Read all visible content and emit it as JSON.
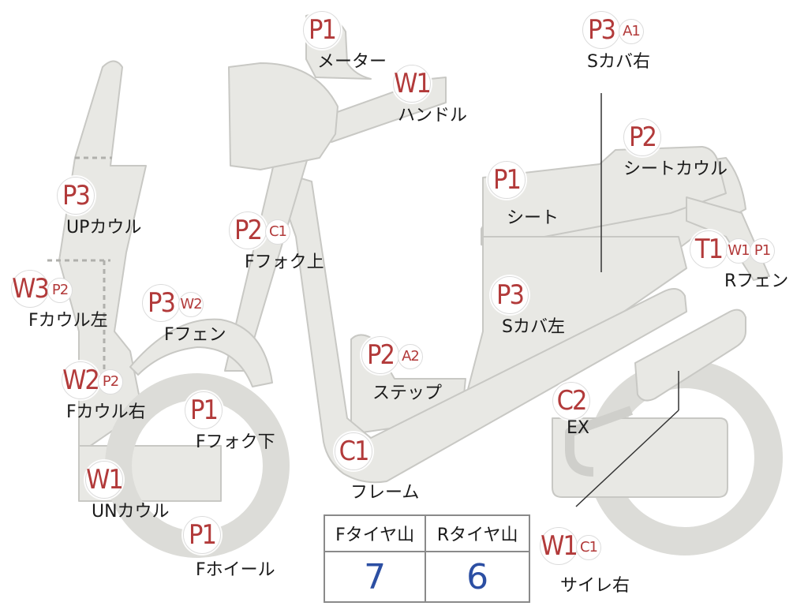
{
  "parts": [
    {
      "id": "meter",
      "badges": [
        "P1"
      ],
      "label": "メーター"
    },
    {
      "id": "handle",
      "badges": [
        "W1"
      ],
      "label": "ハンドル"
    },
    {
      "id": "s-cover-right",
      "badges": [
        "P3",
        "A1"
      ],
      "label": "Sカバ右"
    },
    {
      "id": "seat-cowl",
      "badges": [
        "P2"
      ],
      "label": "シートカウル"
    },
    {
      "id": "seat",
      "badges": [
        "P1"
      ],
      "label": "シート"
    },
    {
      "id": "r-fender",
      "badges": [
        "T1",
        "W1",
        "P1"
      ],
      "label": "Rフェン"
    },
    {
      "id": "s-cover-left",
      "badges": [
        "P3"
      ],
      "label": "Sカバ左"
    },
    {
      "id": "up-cowl",
      "badges": [
        "P3"
      ],
      "label": "UPカウル"
    },
    {
      "id": "f-fork-upper",
      "badges": [
        "P2",
        "C1"
      ],
      "label": "Fフォク上"
    },
    {
      "id": "f-cowl-left",
      "badges": [
        "W3",
        "P2"
      ],
      "label": "Fカウル左"
    },
    {
      "id": "f-fender",
      "badges": [
        "P3",
        "W2"
      ],
      "label": "Fフェン"
    },
    {
      "id": "step",
      "badges": [
        "P2",
        "A2"
      ],
      "label": "ステップ"
    },
    {
      "id": "f-cowl-right",
      "badges": [
        "W2",
        "P2"
      ],
      "label": "Fカウル右"
    },
    {
      "id": "f-fork-lower",
      "badges": [
        "P1"
      ],
      "label": "Fフォク下"
    },
    {
      "id": "exhaust",
      "badges": [
        "C2"
      ],
      "label": "EX"
    },
    {
      "id": "frame",
      "badges": [
        "C1"
      ],
      "label": "フレーム"
    },
    {
      "id": "un-cowl",
      "badges": [
        "W1"
      ],
      "label": "UNカウル"
    },
    {
      "id": "f-wheel",
      "badges": [
        "P1"
      ],
      "label": "Fホイール"
    },
    {
      "id": "silencer-right",
      "badges": [
        "W1",
        "C1"
      ],
      "label": "サイレ右"
    }
  ],
  "tire_tread": {
    "front_label": "Fタイヤ山",
    "front_value": "7",
    "rear_label": "Rタイヤ山",
    "rear_value": "6"
  },
  "colors": {
    "body_fill": "#e8e8e4",
    "outline": "#c6c6c2",
    "badge_text": "#b23a3a",
    "value_text": "#2c4fa3"
  }
}
